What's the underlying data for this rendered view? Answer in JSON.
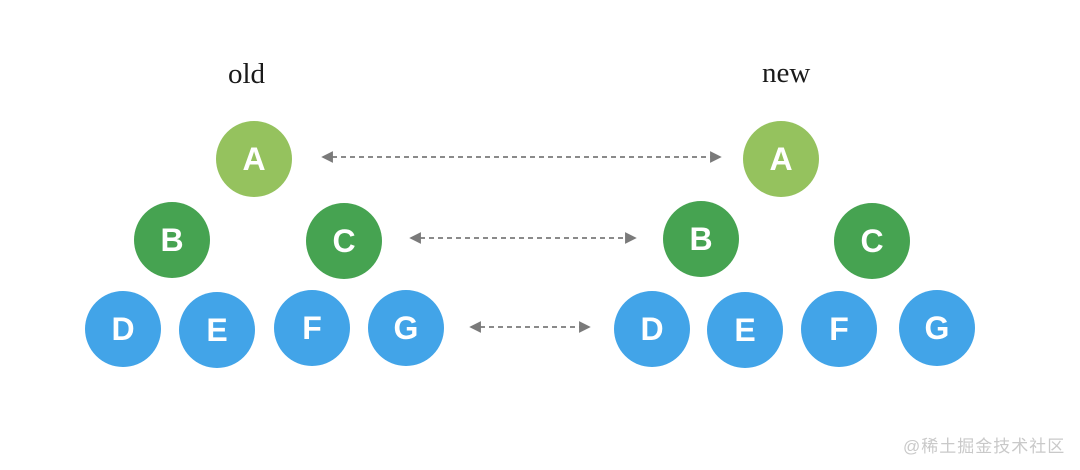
{
  "diagram": {
    "description": "virtual-dom tree diff comparison between old and new trees",
    "colors": {
      "root": "#95c25e",
      "mid": "#46a351",
      "leaf": "#42a4e8",
      "node_text": "#ffffff",
      "arrow": "#7a7a7a",
      "title_text": "#1a1a1a",
      "watermark": "#c9c9c9",
      "background": "#ffffff"
    },
    "trees": {
      "old": {
        "title": "old",
        "nodes": [
          {
            "label": "A",
            "level": "root"
          },
          {
            "label": "B",
            "level": "mid"
          },
          {
            "label": "C",
            "level": "mid"
          },
          {
            "label": "D",
            "level": "leaf"
          },
          {
            "label": "E",
            "level": "leaf"
          },
          {
            "label": "F",
            "level": "leaf"
          },
          {
            "label": "G",
            "level": "leaf"
          }
        ]
      },
      "new": {
        "title": "new",
        "nodes": [
          {
            "label": "A",
            "level": "root"
          },
          {
            "label": "B",
            "level": "mid"
          },
          {
            "label": "C",
            "level": "mid"
          },
          {
            "label": "D",
            "level": "leaf"
          },
          {
            "label": "E",
            "level": "leaf"
          },
          {
            "label": "F",
            "level": "leaf"
          },
          {
            "label": "G",
            "level": "leaf"
          }
        ]
      }
    },
    "arrows": [
      {
        "row": 1,
        "between": [
          "old.A",
          "new.A"
        ],
        "style": "dashed",
        "double_headed": true
      },
      {
        "row": 2,
        "between": [
          "old.C",
          "new.B"
        ],
        "style": "dashed",
        "double_headed": true
      },
      {
        "row": 3,
        "between": [
          "old.G",
          "new.D"
        ],
        "style": "dashed",
        "double_headed": true
      }
    ],
    "watermark": "@稀土掘金技术社区"
  }
}
